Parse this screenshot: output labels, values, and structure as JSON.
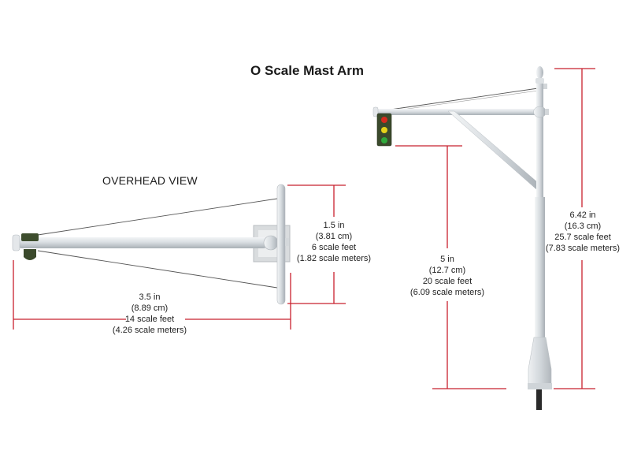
{
  "title": "O Scale Mast Arm",
  "overhead_view": {
    "label": "OVERHEAD VIEW",
    "arm_length": {
      "inches": "3.5 in",
      "cm": "(8.89 cm)",
      "scale_feet": "14 scale feet",
      "scale_meters": "(4.26 scale meters)"
    },
    "base_width": {
      "inches": "1.5 in",
      "cm": "(3.81 cm)",
      "scale_feet": "6 scale feet",
      "scale_meters": "(1.82 scale meters)"
    }
  },
  "side_view": {
    "signal_clearance": {
      "inches": "5 in",
      "cm": "(12.7 cm)",
      "scale_feet": "20 scale feet",
      "scale_meters": "(6.09 scale meters)"
    },
    "total_height": {
      "inches": "6.42 in",
      "cm": "(16.3 cm)",
      "scale_feet": "25.7 scale feet",
      "scale_meters": "(7.83 scale meters)"
    }
  },
  "colors": {
    "dimension_line": "#c8202e",
    "pole": "#dde2e6",
    "signal_housing": "#3b4a2c",
    "signal_red": "#d42a1e",
    "signal_yellow": "#e6d21a",
    "signal_green": "#2faa3c"
  }
}
